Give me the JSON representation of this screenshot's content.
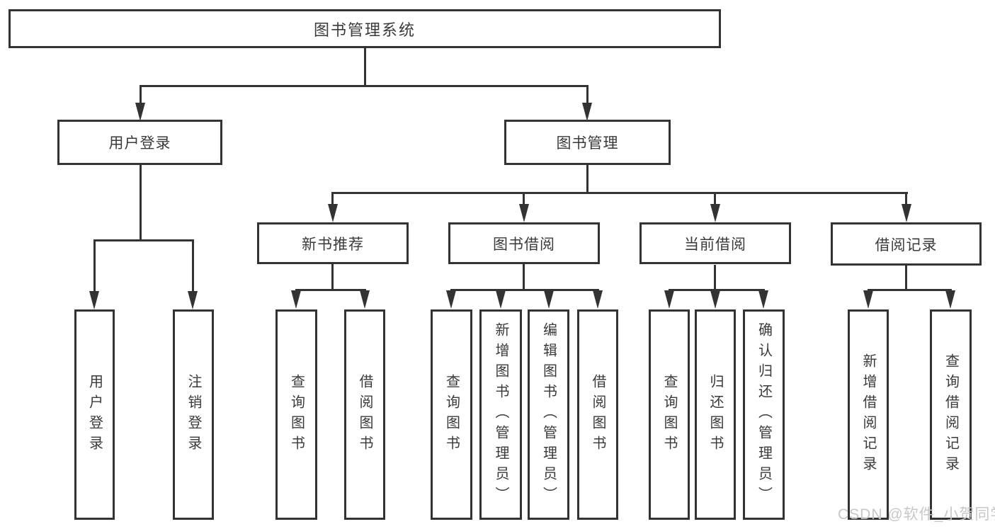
{
  "diagram": {
    "root": {
      "label": "图书管理系统"
    },
    "level2": [
      {
        "label": "用户登录"
      },
      {
        "label": "图书管理"
      }
    ],
    "level3": [
      {
        "label": "新书推荐"
      },
      {
        "label": "图书借阅"
      },
      {
        "label": "当前借阅"
      },
      {
        "label": "借阅记录"
      }
    ],
    "leaves": {
      "user_login": [
        "用户登录",
        "注销登录"
      ],
      "new_book": [
        "查询图书",
        "借阅图书"
      ],
      "book_borrow": [
        "查询图书",
        "新增图书（管理员）",
        "编辑图书（管理员）",
        "借阅图书"
      ],
      "current_borrow": [
        "查询图书",
        "归还图书",
        "确认归还（管理员）"
      ],
      "borrow_record": [
        "新增借阅记录",
        "查询借阅记录"
      ]
    }
  },
  "watermark": {
    "text": "CSDN @软件_小贺同学"
  },
  "colors": {
    "line": "#333333",
    "text": "#3a3a3a",
    "background": "#ffffff",
    "watermark": "#c7c7c9"
  }
}
